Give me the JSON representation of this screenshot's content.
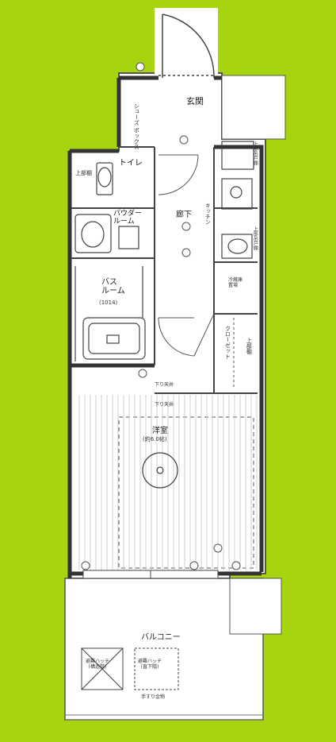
{
  "floorplan": {
    "rooms": {
      "genkan": "玄関",
      "shoes_box": "シューズ\nボックス",
      "toilet": "トイレ",
      "toilet_shelf": "上部棚",
      "powder_room": "パウダー\nルーム",
      "corridor": "廊下",
      "bath_room": "バス\nルーム",
      "bath_size": "(1014)",
      "youshitsu": "洋室",
      "youshitsu_size": "(約6.0帖)",
      "closet": "クローゼット",
      "closet_shelf": "上部棚",
      "balcony": "バルコニー",
      "kitchen": "キッチン",
      "kitchen_shelf_top": "上部吊戸棚",
      "kitchen_shelf_bottom": "上部吊戸棚",
      "fridge": "冷蔵庫\n置場",
      "hatch_left": "避難ハッチ\n(構造階)",
      "hatch_right": "避難ハッチ\n(直下階)",
      "hand_rail": "手すり金物",
      "ceiling_line_1": "下り天井",
      "ceiling_line_2": "下り天井"
    }
  }
}
